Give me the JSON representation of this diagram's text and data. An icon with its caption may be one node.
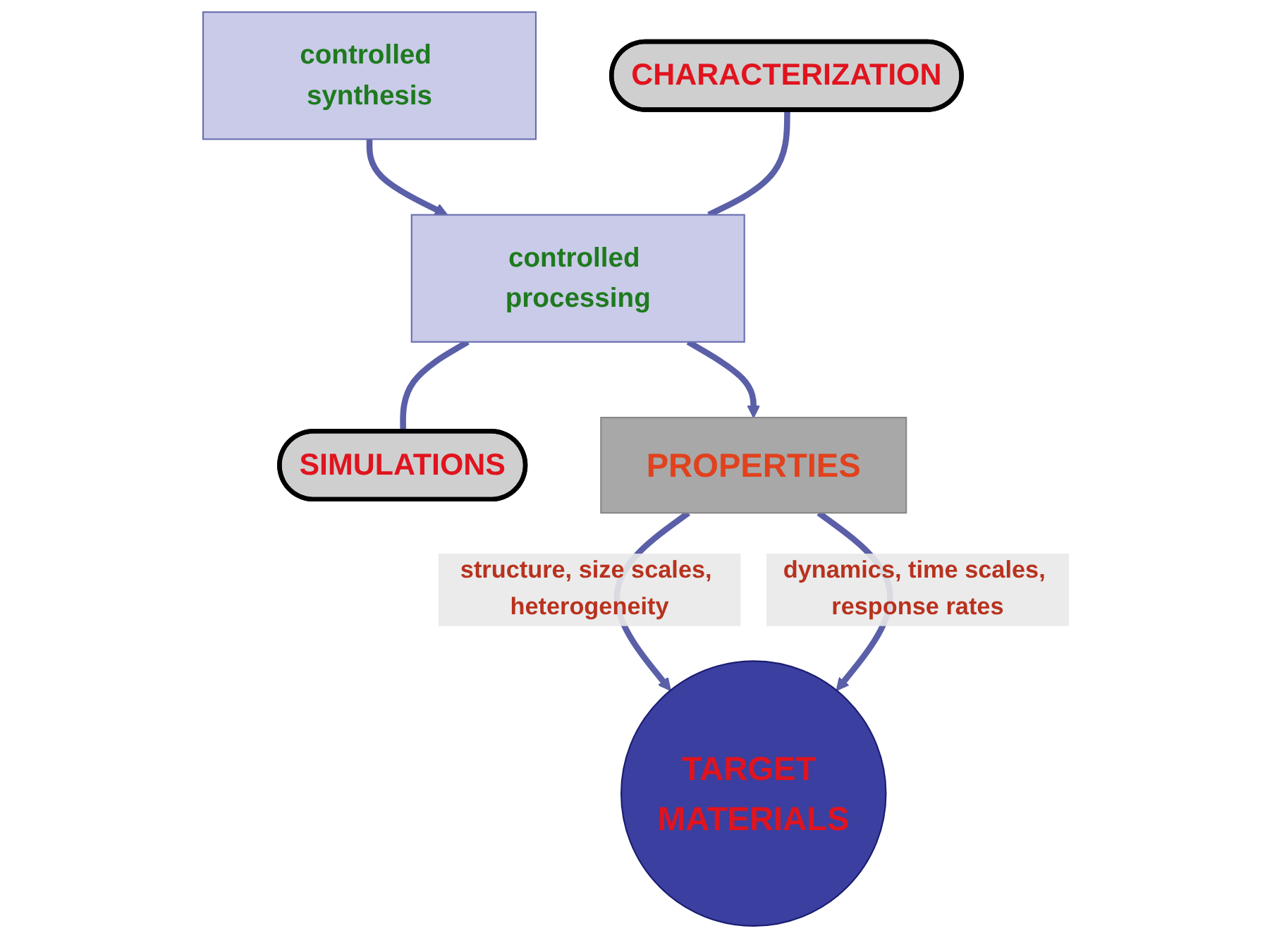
{
  "diagram": {
    "nodes": [
      {
        "text": [
          "controlled synthesis"
        ]
      },
      {
        "text": [
          "controlled processing"
        ]
      },
      {
        "text": [
          "CHARACTERIZATION"
        ]
      },
      {
        "text": [
          "SIMULATIONS"
        ]
      },
      {
        "text": [
          "PROPERTIES"
        ]
      },
      {
        "text": [
          "TARGET MATERIALS"
        ]
      }
    ],
    "edges": [
      {
        "from": 0,
        "to": 1,
        "arrow": "to"
      },
      {
        "from": 2,
        "to": 1,
        "arrow": "none"
      },
      {
        "from": 1,
        "to": 3,
        "arrow": "none"
      },
      {
        "from": 1,
        "to": 4,
        "arrow": "to"
      },
      {
        "from": 4,
        "to": 5,
        "arrow": "to",
        "label": "structure, size scales, heterogeneity"
      },
      {
        "from": 4,
        "to": 5,
        "arrow": "to",
        "label": "dynamics, time scales, response rates"
      }
    ]
  }
}
